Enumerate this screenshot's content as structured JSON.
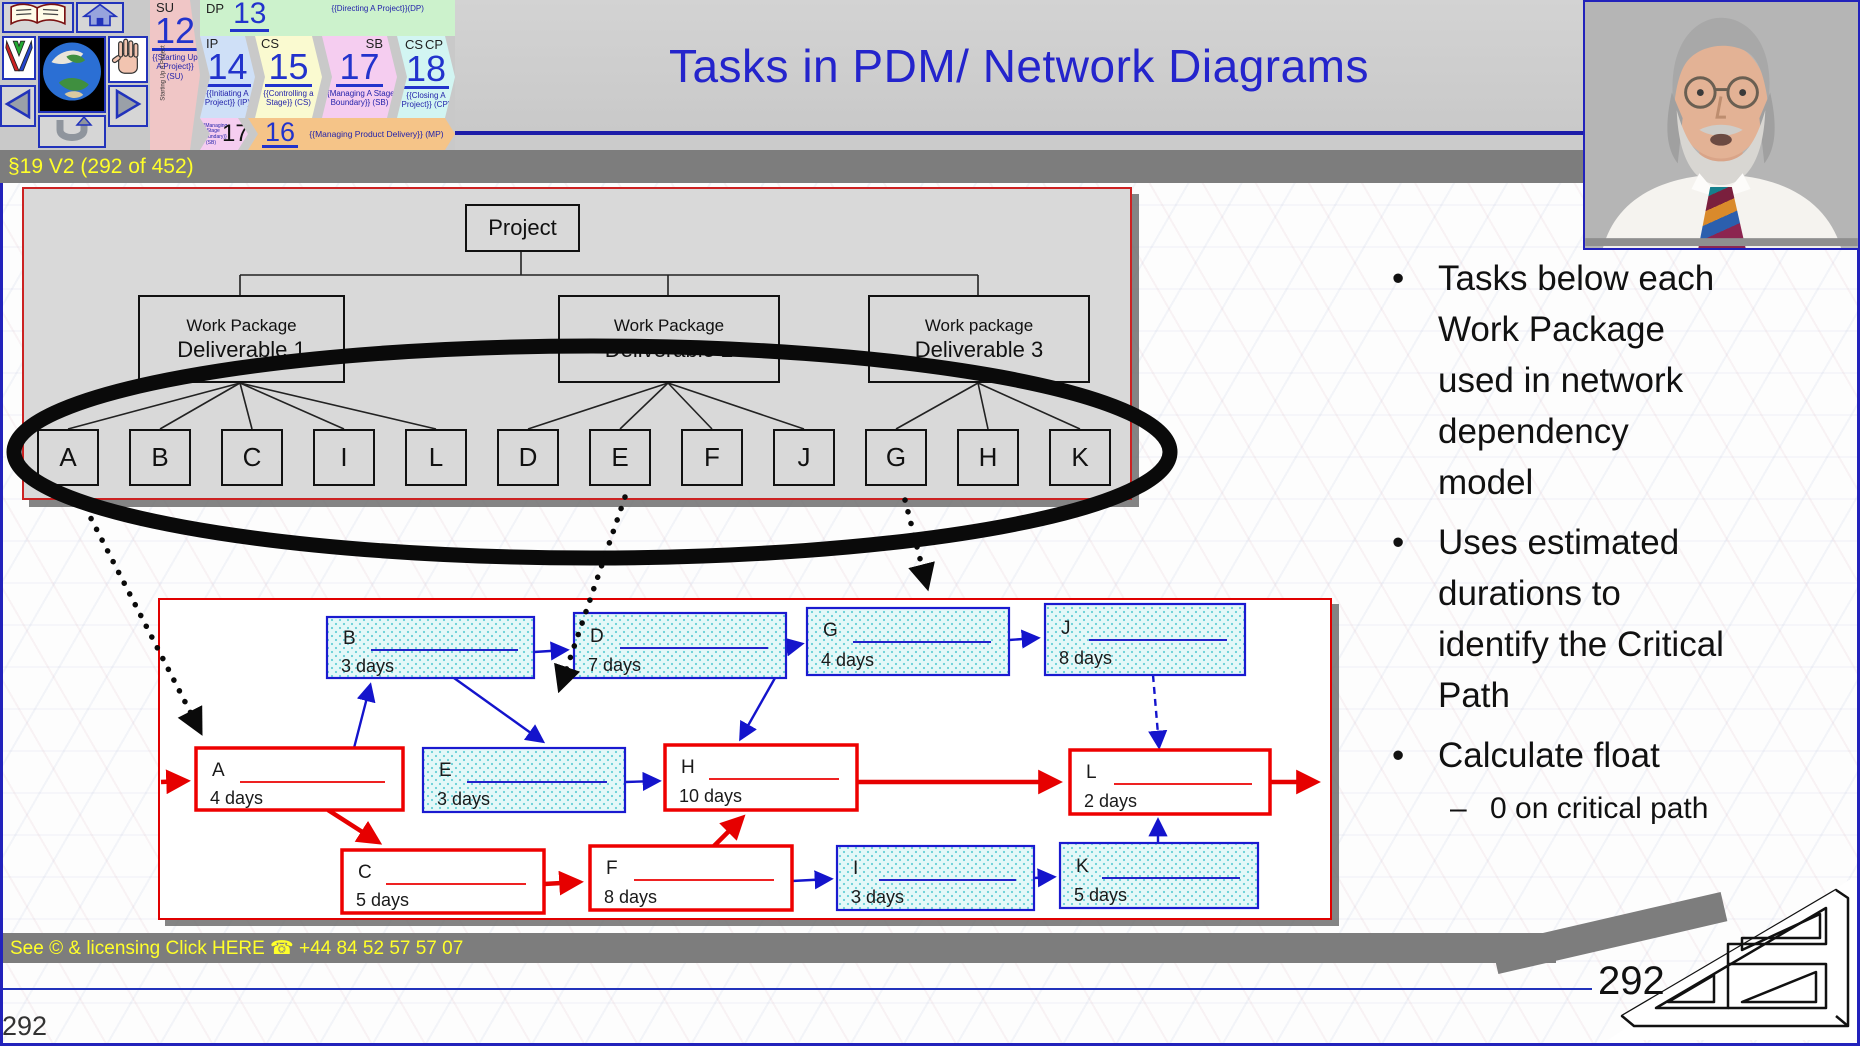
{
  "header": {
    "title": "Tasks in PDM/ Network Diagrams",
    "status_text": "§19 V2 (292 of 452)",
    "nav_icons": [
      "book-icon",
      "home-icon",
      "logo-icon",
      "globe-icon",
      "hand-icon",
      "arrow-left-icon",
      "undo-icon",
      "arrow-right-icon"
    ],
    "process_map": {
      "su": {
        "code": "SU",
        "number": "12",
        "label": "{{Starting Up A Project}} (SU)",
        "side_text": "Starting Up A Project"
      },
      "dp": {
        "code": "DP",
        "number": "13",
        "label": "{{Directing  A Project}}(DP)"
      },
      "ip": {
        "code": "IP",
        "number": "14",
        "label": "{{Initiating A Project}} (IP)"
      },
      "cs": {
        "code": "CS",
        "number": "15",
        "label": "{{Controlling a Stage}} (CS)"
      },
      "sb": {
        "code": "SB",
        "number": "17",
        "label": "{{Managing A Stage Boundary}} (SB)"
      },
      "cp": {
        "code1": "CS",
        "code2": "CP",
        "number": "18",
        "label": "{{Closing A Project}} (CP)"
      },
      "sb_small": {
        "number": "17",
        "label": "{{Managing A Stage Boundary}} (SB)"
      },
      "mp": {
        "number": "16",
        "label": "{{Managing Product Delivery}} (MP)"
      }
    }
  },
  "wbs": {
    "root": "Project",
    "packages": [
      {
        "line1": "Work Package",
        "line2": "Deliverable 1",
        "tasks": [
          "A",
          "B",
          "C",
          "I",
          "L"
        ]
      },
      {
        "line1": "Work Package",
        "line2": "Deliverable 2",
        "tasks": [
          "D",
          "E",
          "F",
          "J"
        ]
      },
      {
        "line1": "Work package",
        "line2": "Deliverable 3",
        "tasks": [
          "G",
          "H",
          "K"
        ]
      }
    ],
    "task_letters": [
      "A",
      "B",
      "C",
      "I",
      "L",
      "D",
      "E",
      "F",
      "J",
      "G",
      "H",
      "K"
    ]
  },
  "network": {
    "tasks": [
      {
        "id": "B",
        "duration": "3 days",
        "critical": false
      },
      {
        "id": "D",
        "duration": "7 days",
        "critical": false
      },
      {
        "id": "G",
        "duration": "4 days",
        "critical": false
      },
      {
        "id": "J",
        "duration": "8 days",
        "critical": false
      },
      {
        "id": "A",
        "duration": "4 days",
        "critical": true
      },
      {
        "id": "E",
        "duration": "3 days",
        "critical": false
      },
      {
        "id": "H",
        "duration": "10 days",
        "critical": true
      },
      {
        "id": "L",
        "duration": "2 days",
        "critical": true
      },
      {
        "id": "C",
        "duration": "5 days",
        "critical": true
      },
      {
        "id": "F",
        "duration": "8 days",
        "critical": true
      },
      {
        "id": "I",
        "duration": "3 days",
        "critical": false
      },
      {
        "id": "K",
        "duration": "5 days",
        "critical": false
      }
    ],
    "dependencies": [
      {
        "from": "start",
        "to": "A",
        "critical": true
      },
      {
        "from": "A",
        "to": "B",
        "critical": false
      },
      {
        "from": "A",
        "to": "C",
        "critical": true
      },
      {
        "from": "B",
        "to": "D",
        "critical": false
      },
      {
        "from": "B",
        "to": "E",
        "critical": false
      },
      {
        "from": "D",
        "to": "G",
        "critical": false
      },
      {
        "from": "D",
        "to": "H",
        "critical": false
      },
      {
        "from": "G",
        "to": "J",
        "critical": false
      },
      {
        "from": "J",
        "to": "L",
        "critical": false
      },
      {
        "from": "E",
        "to": "H",
        "critical": false
      },
      {
        "from": "C",
        "to": "F",
        "critical": true
      },
      {
        "from": "F",
        "to": "H",
        "critical": true
      },
      {
        "from": "F",
        "to": "I",
        "critical": false
      },
      {
        "from": "I",
        "to": "K",
        "critical": false
      },
      {
        "from": "K",
        "to": "L",
        "critical": false
      },
      {
        "from": "H",
        "to": "L",
        "critical": true
      },
      {
        "from": "L",
        "to": "end",
        "critical": true
      }
    ]
  },
  "bullets": {
    "items": [
      {
        "marker": "•",
        "lines": [
          "Tasks below each",
          "Work Package",
          "used in network",
          "dependency",
          "model"
        ]
      },
      {
        "marker": "•",
        "lines": [
          "Uses estimated",
          "durations to",
          "identify the Critical",
          "Path"
        ]
      },
      {
        "marker": "•",
        "lines": [
          "Calculate float"
        ]
      },
      {
        "marker": "–",
        "lines": [
          "0 on critical path"
        ]
      }
    ]
  },
  "footer": {
    "license_text": "See © & licensing  Click HERE ☎ +44 84 52 57 57 07",
    "page_number_large": "292",
    "page_number_small": "292"
  },
  "colors": {
    "title_blue": "#2424cc",
    "critical_red": "#e60000",
    "dependency_blue": "#1414cc",
    "status_yellow": "#ffff2a",
    "noncritical_fill": "#e4f8f8",
    "wbs_gray": "#d9d9d9"
  }
}
